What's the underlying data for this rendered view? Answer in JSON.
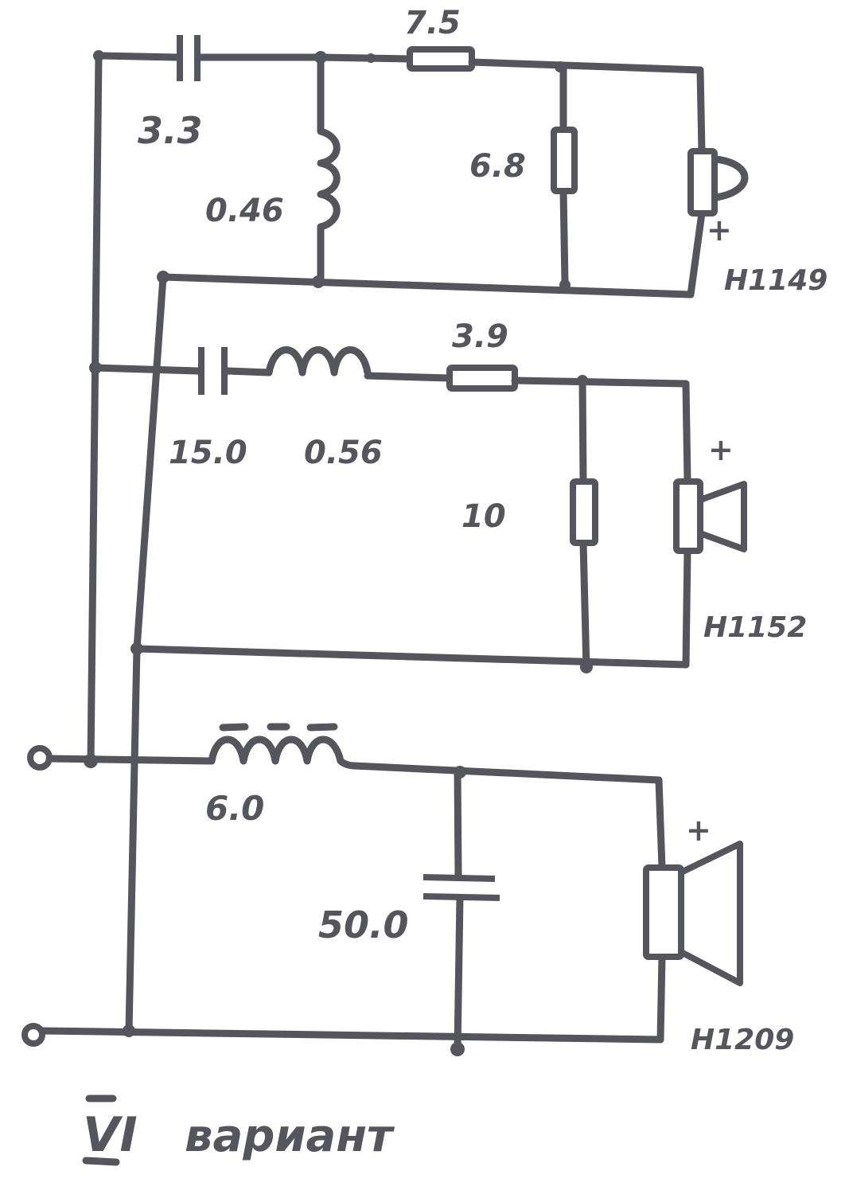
{
  "schematic": {
    "ink_color": "#55555d",
    "paper_color": "#ffffff",
    "components": {
      "c_top": "3.3",
      "r_top_series": "7.5",
      "l_top_shunt": "0.46",
      "r_top_shunt": "6.8",
      "c_mid": "15.0",
      "l_mid": "0.56",
      "r_mid_series": "3.9",
      "r_mid_shunt": "10",
      "l_bottom": "6.0",
      "c_bottom": "50.0"
    },
    "speakers": {
      "tweeter": {
        "model": "H1149",
        "polarity": "+"
      },
      "midrange": {
        "model": "H1152",
        "polarity": "+"
      },
      "woofer": {
        "model": "H1209",
        "polarity": "+"
      }
    },
    "caption": {
      "variant": "VI",
      "word": "вариант"
    }
  }
}
